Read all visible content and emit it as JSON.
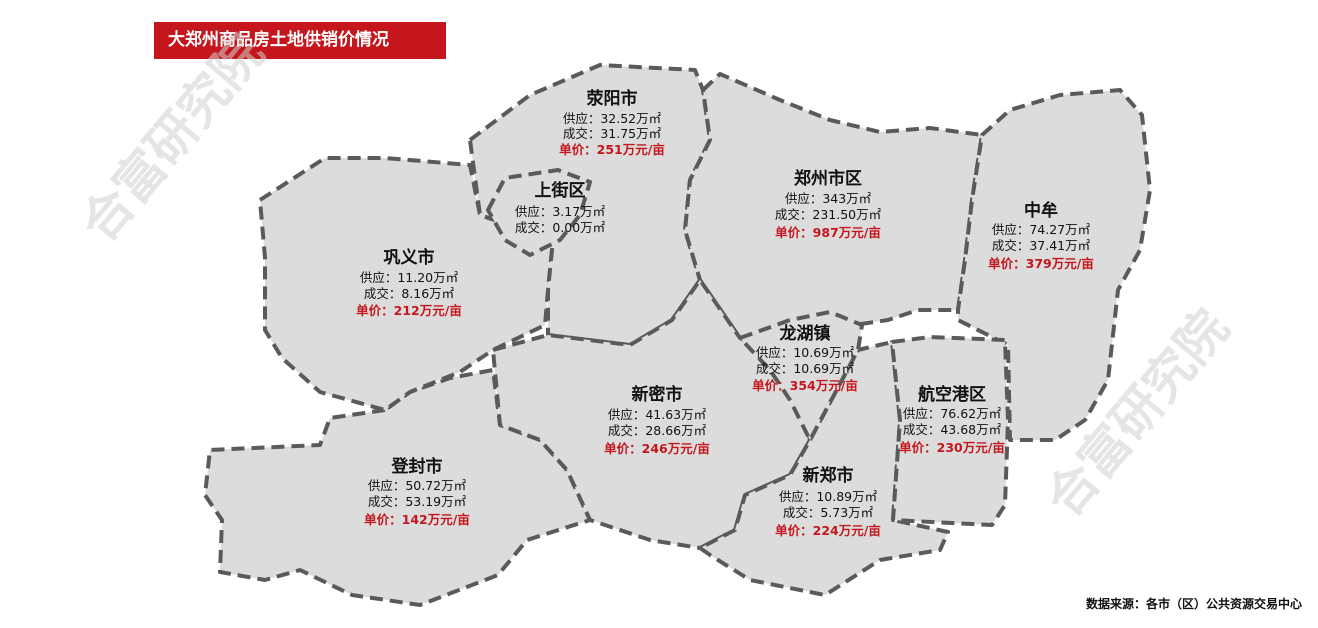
{
  "title": "大郑州商品房土地供销价情况",
  "watermark": "合富研究院",
  "source": "数据来源：各市（区）公共资源交易中心",
  "colors": {
    "region_fill": "#dcdcdc",
    "border": "#5a5a5a",
    "price": "#c4161c",
    "title_bg": "#c4161c"
  },
  "regions": [
    {
      "id": "xingyang",
      "name": "荥阳市",
      "supply": "供应：32.52万㎡",
      "deal": "成交：31.75万㎡",
      "price": "单价：251万元/亩"
    },
    {
      "id": "shangjie",
      "name": "上街区",
      "supply": "供应：3.17万㎡",
      "deal": "成交：0.00万㎡"
    },
    {
      "id": "gongyi",
      "name": "巩义市",
      "supply": "供应：11.20万㎡",
      "deal": "成交：8.16万㎡",
      "price": "单价：212万元/亩"
    },
    {
      "id": "zhengzhou",
      "name": "郑州市区",
      "supply": "供应：343万㎡",
      "deal": "成交：231.50万㎡",
      "price": "单价：987万元/亩"
    },
    {
      "id": "zhongmu",
      "name": "中牟",
      "supply": "供应：74.27万㎡",
      "deal": "成交：37.41万㎡",
      "price": "单价：379万元/亩"
    },
    {
      "id": "longhu",
      "name": "龙湖镇",
      "supply": "供应：10.69万㎡",
      "deal": "成交：10.69万㎡",
      "price": "单价：354万元/亩"
    },
    {
      "id": "xinmi",
      "name": "新密市",
      "supply": "供应：41.63万㎡",
      "deal": "成交：28.66万㎡",
      "price": "单价：246万元/亩"
    },
    {
      "id": "hangkong",
      "name": "航空港区",
      "supply": "供应：76.62万㎡",
      "deal": "成交：43.68万㎡",
      "price": "单价：230万元/亩"
    },
    {
      "id": "dengfeng",
      "name": "登封市",
      "supply": "供应：50.72万㎡",
      "deal": "成交：53.19万㎡",
      "price": "单价：142万元/亩"
    },
    {
      "id": "xinzheng",
      "name": "新郑市",
      "supply": "供应：10.89万㎡",
      "deal": "成交：5.73万㎡",
      "price": "单价：224万元/亩"
    }
  ]
}
